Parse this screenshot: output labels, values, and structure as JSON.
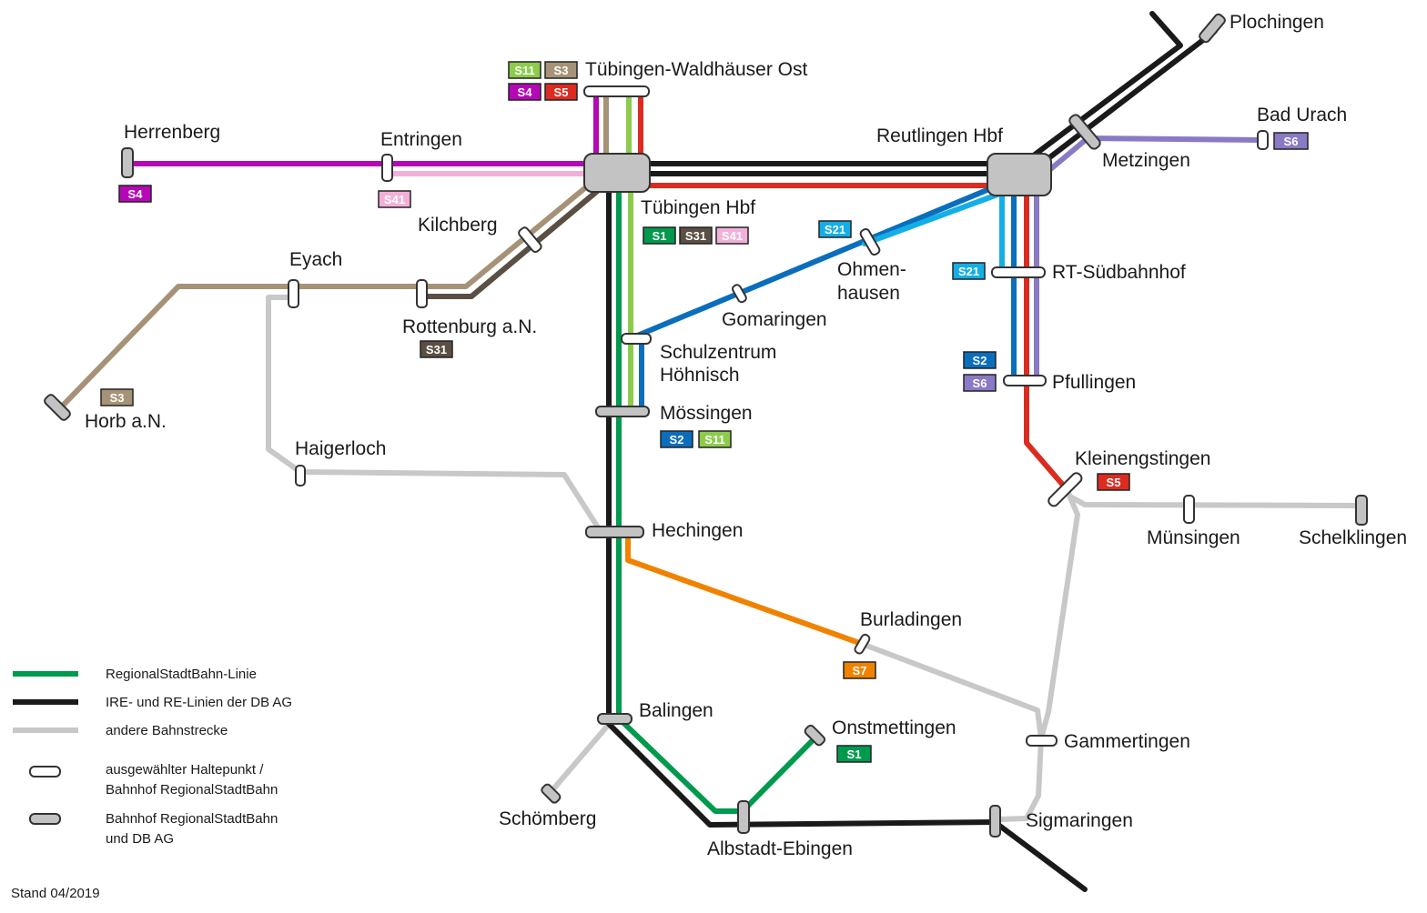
{
  "stations": {
    "herrenberg": "Herrenberg",
    "entringen": "Entringen",
    "waldhaeuser": "Tübingen-Waldhäuser Ost",
    "tuebingen": "Tübingen Hbf",
    "kilchberg": "Kilchberg",
    "eyach": "Eyach",
    "rottenburg": "Rottenburg a.N.",
    "horb": "Horb a.N.",
    "haigerloch": "Haigerloch",
    "reutlingen": "Reutlingen Hbf",
    "plochingen": "Plochingen",
    "bad_urach": "Bad Urach",
    "metzingen": "Metzingen",
    "ohmenhausen_1": "Ohmen-",
    "ohmenhausen_2": "hausen",
    "gomaringen": "Gomaringen",
    "schulzentrum_1": "Schulzentrum",
    "schulzentrum_2": "Höhnisch",
    "moessingen": "Mössingen",
    "rt_suedbahnhof": "RT-Südbahnhof",
    "pfullingen": "Pfullingen",
    "kleinengstingen": "Kleinengstingen",
    "muensingen": "Münsingen",
    "schelklingen": "Schelklingen",
    "hechingen": "Hechingen",
    "burladingen": "Burladingen",
    "balingen": "Balingen",
    "onstmettingen": "Onstmettingen",
    "gammertingen": "Gammertingen",
    "schoemberg": "Schömberg",
    "albstadt": "Albstadt-Ebingen",
    "sigmaringen": "Sigmaringen"
  },
  "lines": {
    "S1": {
      "label": "S1",
      "color": "#009a4e"
    },
    "S11": {
      "label": "S11",
      "color": "#8ccb4c"
    },
    "S2": {
      "label": "S2",
      "color": "#0a6ebd"
    },
    "S21": {
      "label": "S21",
      "color": "#14aee6"
    },
    "S3": {
      "label": "S3",
      "color": "#a69377"
    },
    "S31": {
      "label": "S31",
      "color": "#5b4f44"
    },
    "S4": {
      "label": "S4",
      "color": "#b507b5"
    },
    "S41": {
      "label": "S41",
      "color": "#f2b0d8"
    },
    "S5": {
      "label": "S5",
      "color": "#dc2b20"
    },
    "S6": {
      "label": "S6",
      "color": "#8a79c5"
    },
    "S7": {
      "label": "S7",
      "color": "#f08200"
    }
  },
  "track_colors": {
    "db": "#1a1a1a",
    "other": "#c8c8c8",
    "rsb": "#009a4e",
    "station_fill": "#c3c3c3"
  },
  "legend": {
    "rsb_line": "RegionalStadtBahn-Linie",
    "db_line": "IRE- und RE-Linien der DB AG",
    "other_line": "andere Bahnstrecke",
    "stop_1": "ausgewählter Haltepunkt /",
    "stop_2": "Bahnhof RegionalStadtBahn",
    "station_1": "Bahnhof RegionalStadtBahn",
    "station_2": "und DB AG"
  },
  "footer": {
    "stand": "Stand 04/2019"
  }
}
